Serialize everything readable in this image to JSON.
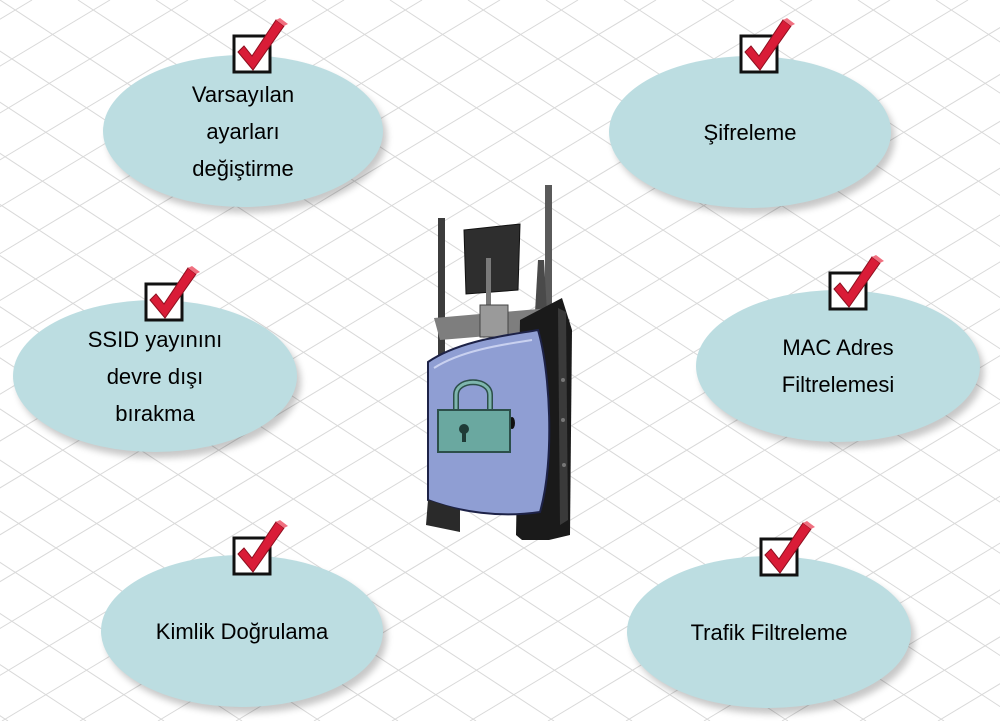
{
  "colors": {
    "bubble_fill": "#bcdde1",
    "check_red": "#d91c37",
    "router_panel": "#8f9ed3",
    "lock_fill": "#6aa8a0",
    "grid_line": "#d9d9d9"
  },
  "center": {
    "icon": "router-lock-icon"
  },
  "bubbles": [
    {
      "id": "default-settings",
      "lines": [
        "Varsayılan",
        "ayarları",
        "değiştirme"
      ],
      "checked": true
    },
    {
      "id": "encryption",
      "lines": [
        "Şifreleme"
      ],
      "checked": true
    },
    {
      "id": "ssid",
      "lines": [
        "SSID yayınını",
        "devre dışı",
        "bırakma"
      ],
      "checked": true
    },
    {
      "id": "mac-filter",
      "lines": [
        "MAC Adres",
        "Filtrelemesi"
      ],
      "checked": true
    },
    {
      "id": "authentication",
      "lines": [
        "Kimlik Doğrulama"
      ],
      "checked": true
    },
    {
      "id": "traffic-filter",
      "lines": [
        "Trafik Filtreleme"
      ],
      "checked": true
    }
  ]
}
